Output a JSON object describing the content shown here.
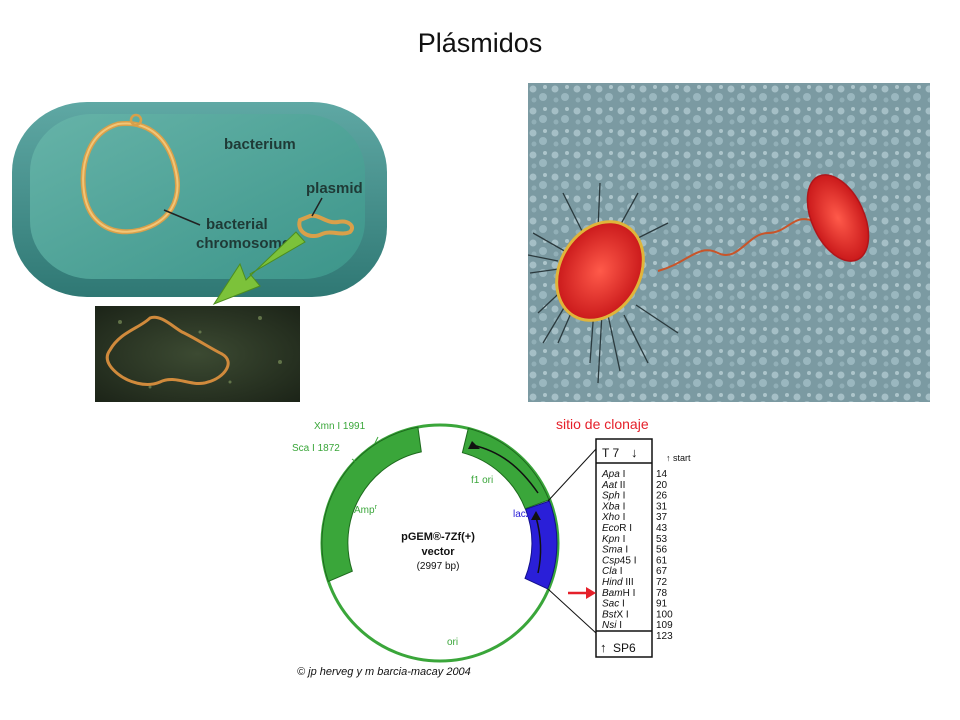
{
  "slide": {
    "title": "Plásmidos"
  },
  "bacterium_panel": {
    "label_bacterium": "bacterium",
    "label_plasmid": "plasmid",
    "label_chromosome_line1": "bacterial",
    "label_chromosome_line2": "chromosome"
  },
  "vector_map": {
    "name_line1": "pGEM®-7Zf(+)",
    "name_line2": "vector",
    "size": "(2997 bp)",
    "sites": {
      "xmn": "Xmn I 1991",
      "sca": "Sca I 1872"
    },
    "features": {
      "amp": "Amp",
      "amp_sup": "r",
      "f1ori": "f1 ori",
      "lacz": "lacZ",
      "ori": "ori"
    },
    "credit": "© jp herveg y m barcia-macay 2004"
  },
  "cloning_site": {
    "title": "sitio de clonaje",
    "t7": "T 7",
    "sp6": "SP6",
    "start": "↑ start",
    "enzymes": [
      {
        "name": "Apa",
        "suffix": " I",
        "pos": "14"
      },
      {
        "name": "Aat",
        "suffix": " II",
        "pos": "20"
      },
      {
        "name": "Sph",
        "suffix": " I",
        "pos": "26"
      },
      {
        "name": "Xba",
        "suffix": " I",
        "pos": "31"
      },
      {
        "name": "Xho",
        "suffix": " I",
        "pos": "37"
      },
      {
        "name": "Eco",
        "suffix": "R I",
        "pos": "43"
      },
      {
        "name": "Kpn",
        "suffix": " I",
        "pos": "53"
      },
      {
        "name": "Sma",
        "suffix": " I",
        "pos": "56"
      },
      {
        "name": "Csp",
        "suffix": "45 I",
        "pos": "61"
      },
      {
        "name": "Cla",
        "suffix": " I",
        "pos": "67"
      },
      {
        "name": "Hind",
        "suffix": " III",
        "pos": "72"
      },
      {
        "name": "Bam",
        "suffix": "H I",
        "pos": "78"
      },
      {
        "name": "Sac",
        "suffix": " I",
        "pos": "91"
      },
      {
        "name": "Bst",
        "suffix": "X I",
        "pos": "100"
      },
      {
        "name": "Nsi",
        "suffix": " I",
        "pos": "109"
      }
    ],
    "end_pos": "123"
  },
  "colors": {
    "green": "#3aa63a",
    "blue": "#2a1fd8",
    "red": "#e5202a"
  }
}
